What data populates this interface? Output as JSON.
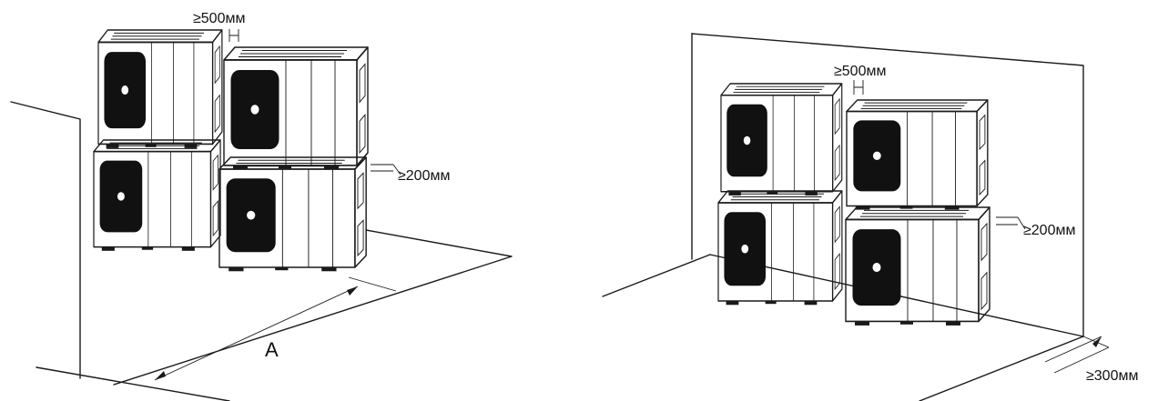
{
  "diagram": {
    "colors": {
      "ink": "#1a1a1a",
      "fan_panel": "#111111",
      "paper": "#ffffff"
    },
    "left_scene": {
      "gap_top_label": "≥500мм",
      "gap_side_label": "≥200мм",
      "distance_label": "A"
    },
    "right_scene": {
      "gap_top_label": "≥500мм",
      "gap_side_label": "≥200мм",
      "wall_distance_label": "≥300мм"
    }
  }
}
